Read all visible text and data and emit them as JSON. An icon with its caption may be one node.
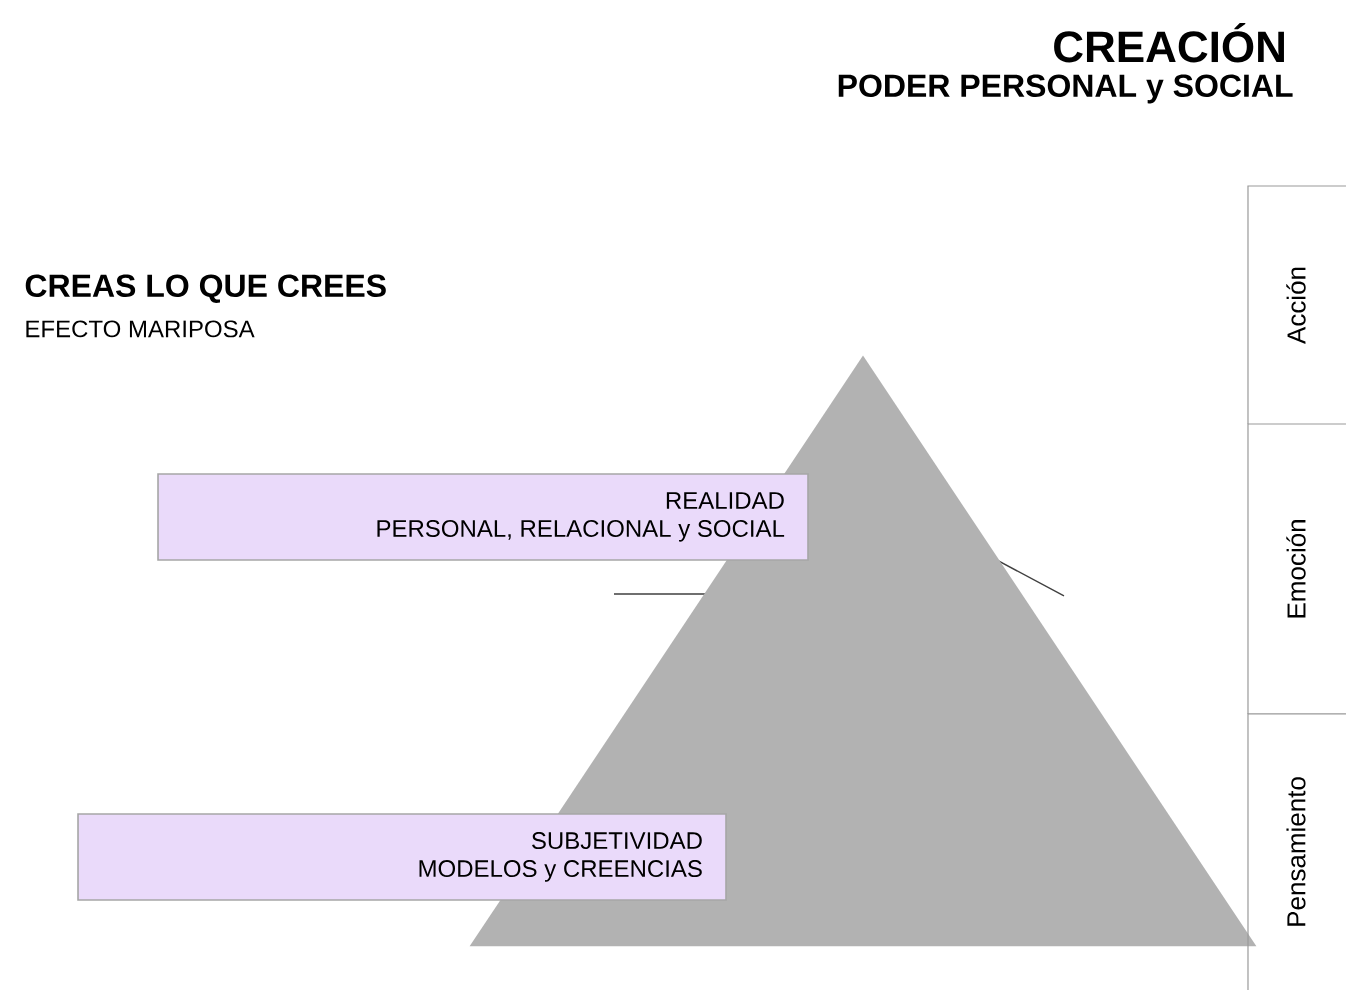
{
  "diagram": {
    "title": "CREACIÓN",
    "nodes": [
      {
        "text": [
          "Acción"
        ]
      },
      {
        "text": [],
        "shape": "triangle"
      },
      {
        "text": [
          "REALIDAD",
          "PERSONAL, RELACIONAL y SOCIAL"
        ]
      },
      {
        "text": [
          "Emoción"
        ]
      },
      {
        "text": [
          "SUBJETIVIDAD",
          "MODELOS y CREENCIAS"
        ]
      },
      {
        "text": [
          "Pensamiento"
        ]
      }
    ],
    "labels": [
      "PODER PERSONAL y SOCIAL",
      "CREAS LO QUE CREES",
      "EFECTO MARIPOSA"
    ]
  }
}
